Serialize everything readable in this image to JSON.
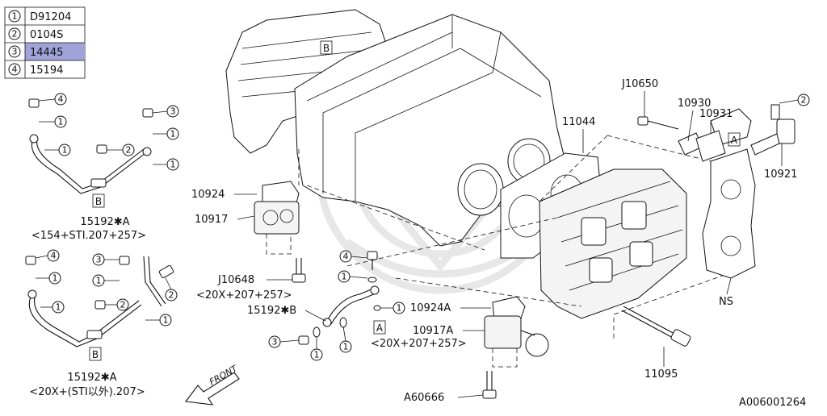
{
  "legend": [
    {
      "index": "1",
      "code": "D91204",
      "highlighted": false
    },
    {
      "index": "2",
      "code": "0104S",
      "highlighted": false
    },
    {
      "index": "3",
      "code": "14445",
      "highlighted": true
    },
    {
      "index": "4",
      "code": "15194",
      "highlighted": false
    }
  ],
  "colors": {
    "highlight": "#9fa3d9",
    "line": "#111111",
    "watermark": "#e7e7e7"
  },
  "callouts": {
    "c1": "1",
    "c2": "2",
    "c3": "3",
    "c4": "4"
  },
  "boxes": {
    "a": "A",
    "b": "B"
  },
  "labels": {
    "p15192_a_top": "15192✱A",
    "p15192_a_top_sub": "<154+STI.207+257>",
    "p15192_a_bot": "15192✱A",
    "p15192_a_bot_sub": "<20X+(STI以外).207>",
    "p10924": "10924",
    "p10917": "10917",
    "j10648": "J10648",
    "j10648_sub": "<20X+207+257>",
    "p15192_b": "15192✱B",
    "p10924a": "10924A",
    "p10917a": "10917A",
    "p10917a_sub": "<20X+207+257>",
    "a60666": "A60666",
    "p11044": "11044",
    "j10650": "J10650",
    "p10930": "10930",
    "p10931": "10931",
    "p10921": "10921",
    "ns": "NS",
    "p11095": "11095",
    "front": "FRONT",
    "diagram_id": "A006001264"
  },
  "icons": [
    "front-arrow-icon",
    "watermark-emblem-icon"
  ]
}
